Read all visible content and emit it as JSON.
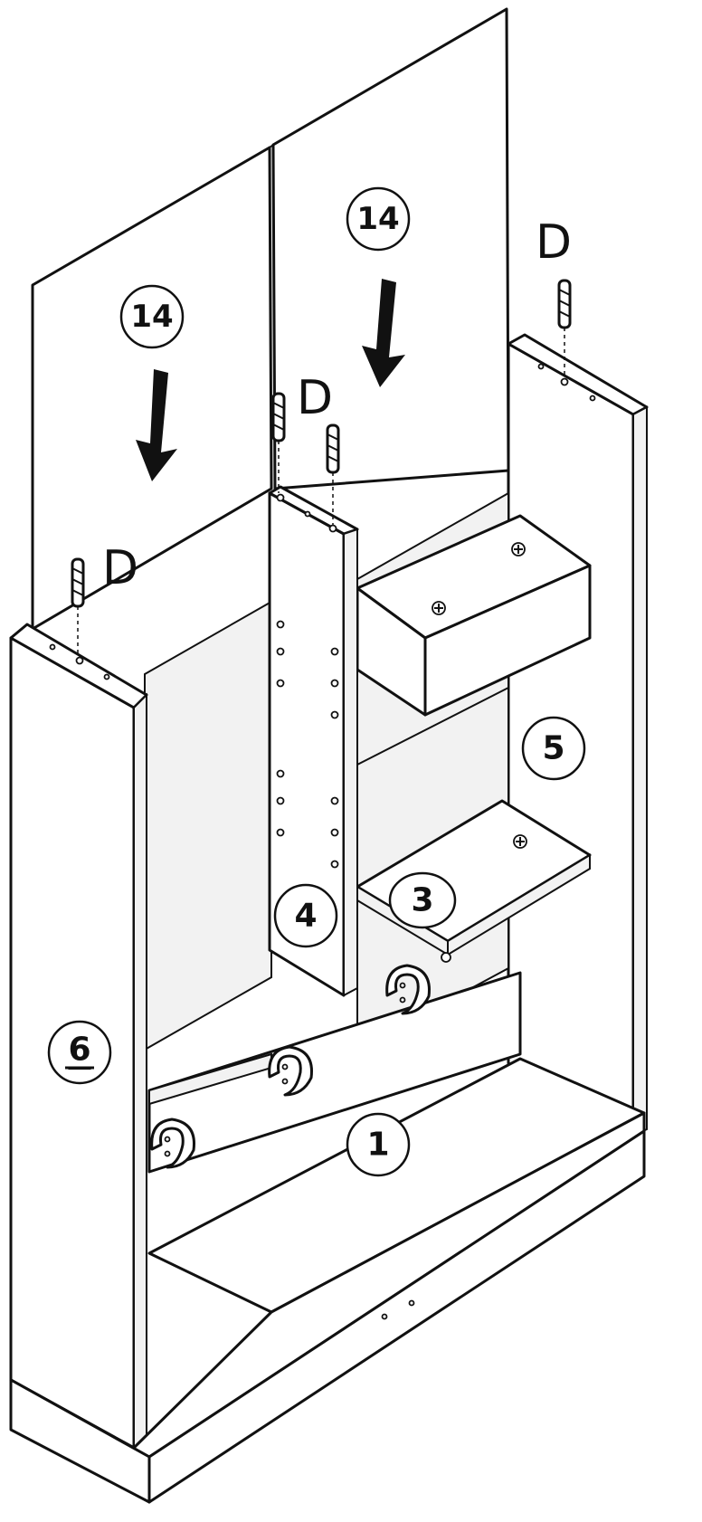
{
  "callouts": {
    "panel_left": "14",
    "panel_right": "14",
    "side_right": "5",
    "divider": "4",
    "shelf": "3",
    "side_left": "6",
    "base": "1"
  },
  "dowel_labels": {
    "top_right": "D",
    "center": "D",
    "left": "D"
  },
  "colors": {
    "line": "#111111",
    "background": "#ffffff"
  }
}
